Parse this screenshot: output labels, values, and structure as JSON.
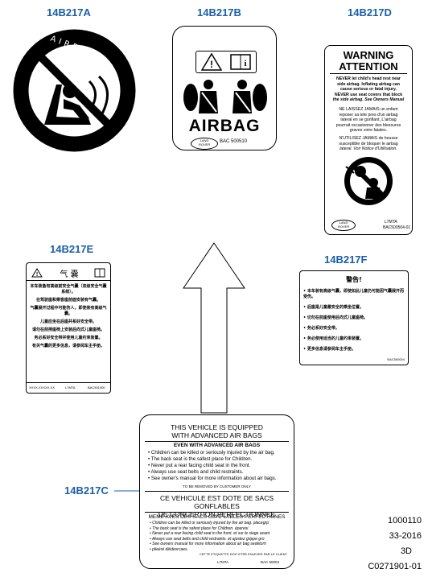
{
  "callouts": {
    "a": "14B217A",
    "b": "14B217B",
    "d": "14B217D",
    "e": "14B217E",
    "f": "14B217F",
    "c": "14B217C"
  },
  "label_a": {
    "arc_text": "AIRBAG"
  },
  "label_b": {
    "title": "AIRBAG",
    "logo_line1": "LAND",
    "logo_line2": "ROVER",
    "code": "BAC 500510"
  },
  "label_d": {
    "title1": "WARNING",
    "title2": "ATTENTION",
    "en": [
      "NEVER let child's head rest near",
      "side airbag. Inflating airbag can",
      "cause serious or fatal injury.",
      "NEVER use seat covers that block",
      "the side airbag.  See Owners Manual"
    ],
    "fr1": [
      "NE LAISSEZ JAMAIS un enfant",
      "reposer sa tete pres d'un airbag",
      "lateral en se gonflant, L'airbag",
      "pourrait occasionner des blessures",
      "graves voire fatales."
    ],
    "fr2": [
      "N'UTILISEZ JAMAIS de housse",
      "susceptible de bloquer le airbag",
      "lateral.  Voir Notice d'Utilisation."
    ],
    "logo_line1": "LAND",
    "logo_line2": "ROVER",
    "code1": "L7MTA",
    "code2": "BAC500504-01"
  },
  "label_e": {
    "header_cn": "气 囊",
    "lines": [
      "本车装备有高级前安全气囊（双级安全气囊系统）。",
      "在驾驶座和乘客座前面安装有气囊。",
      "气囊展开过程中可能伤人，即使装有高级气囊。",
      "儿童应坐在后座并系好安全带。",
      "请勿在前排座椅上安装后向式儿童座椅。",
      "务必系好安全带并使用儿童约束装置。",
      "有关气囊的更多信息，请参阅车主手册。"
    ],
    "foot_left": "XXXX-XXXXX-XX",
    "foot_mid": "L7MTA",
    "foot_right": "BAC501000"
  },
  "label_f": {
    "header": "警告!",
    "lines": [
      "• 本车装有高级气囊，即使如此儿童仍可能因气囊展开而受伤。",
      "• 后座是儿童最安全的乘坐位置。",
      "• 切勿在前座使用后向式儿童座椅。",
      "• 务必系好安全带。",
      "• 务必使用适当的儿童约束装置。",
      "• 更多信息请参阅车主手册。"
    ],
    "code": "BAC500004"
  },
  "label_c": {
    "title1": "THIS VEHICLE IS EQUIPPED",
    "title2": "WITH ADVANCED AIR BAGS",
    "sub": "EVEN WITH ADVANCED AIR BAGS",
    "bullets": [
      "• Children can be killed or seriously injured by the air bag.",
      "• The back seat is the safest place for Children.",
      "• Never put a rear facing child seat in the front.",
      "• Always use seat belts and child restraints.",
      "• See owner's manual for more information about air bags."
    ],
    "remove": "TO BE REMOVED BY CUSTOMER ONLY",
    "fr_title1": "CE VEHICULE EST DOTE DE SACS GONFLABLES",
    "fr_title2": "DE CONCEPTION PERFECTIONNEE",
    "fr_sub": "MEME AVES DES SACS GONFLABLES PERFECTIONES",
    "fr_bullets": [
      "• Children can be killed or seriously injured by the air bag. placegiçi",
      "• The back seat is the safest place for Children. éperesi",
      "• Never put a rear facing child seat in the front. et sur le siege avant",
      "• Always use seat belts and child restraints. et ajustez grippe gro",
      "• See owners manual for more information about air bag sedetorh",
      "• plieéré diédesrcaes."
    ],
    "fr_remove": "CETTE ETIQUETTE DOIT ETRE ENLEVEE PAR LE CLIENT",
    "code1": "L7MTA",
    "code2": "BAC 50004"
  },
  "footer": {
    "line1": "1000110",
    "line2": "33-2016",
    "line3": "3D",
    "line4": "C0271901-01"
  }
}
